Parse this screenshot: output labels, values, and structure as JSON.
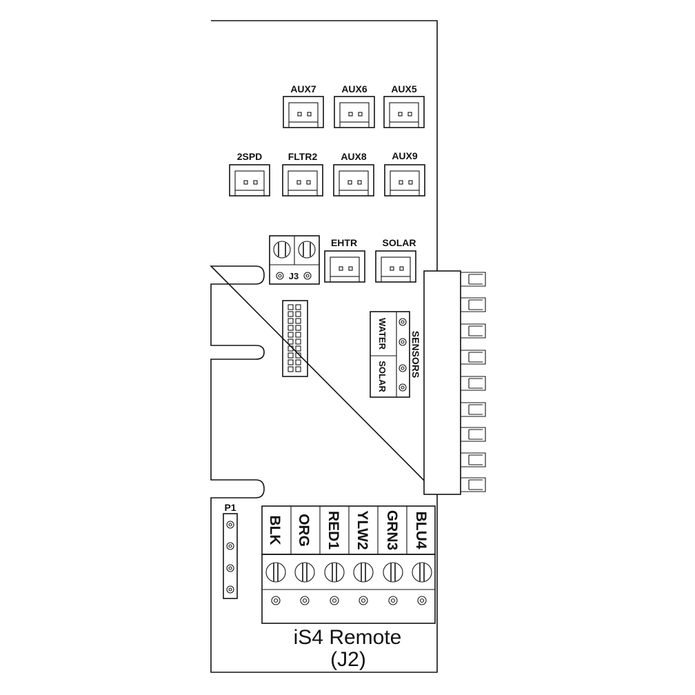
{
  "board": {
    "header_row1": [
      "AUX7",
      "AUX6",
      "AUX5"
    ],
    "header_row2": [
      "2SPD",
      "FLTR2",
      "AUX8",
      "AUX9"
    ],
    "header_row3": [
      "EHTR",
      "SOLAR"
    ],
    "j3_label": "J3",
    "sensors": {
      "title": "SENSORS",
      "water": "WATER",
      "solar": "SOLAR"
    },
    "p1_label": "P1",
    "wires": [
      "BLK",
      "ORG",
      "RED1",
      "YLW2",
      "GRN3",
      "BLU4"
    ],
    "caption_line1": "iS4 Remote",
    "caption_line2": "(J2)"
  }
}
